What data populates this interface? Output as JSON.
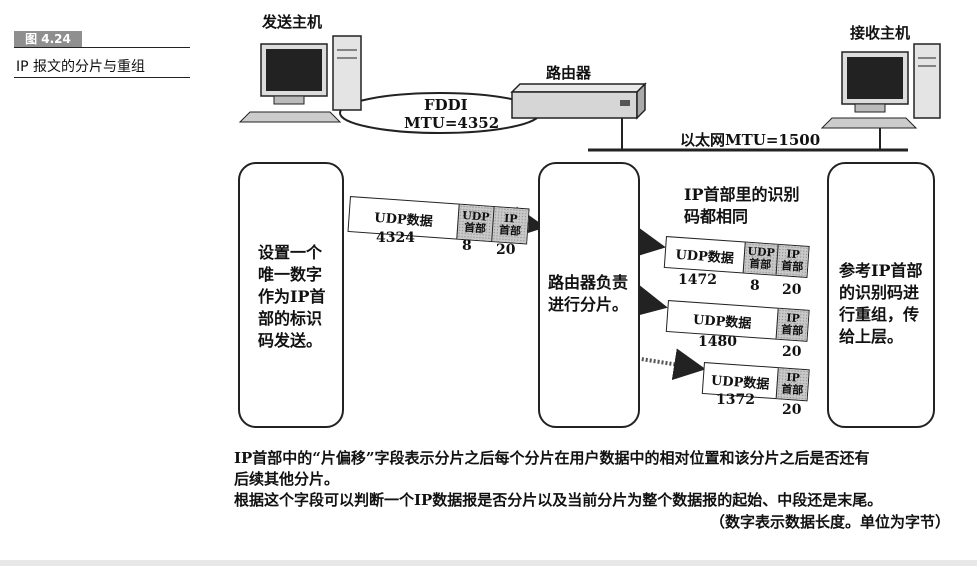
{
  "figure": {
    "badge": "图 4.24",
    "title": "IP 报文的分片与重组"
  },
  "nodes": {
    "sender": "发送主机",
    "receiver": "接收主机",
    "router": "路由器"
  },
  "links": {
    "fddi_name": "FDDI",
    "fddi_mtu": "MTU=4352",
    "ethernet": "以太网MTU=1500"
  },
  "panels": {
    "sender": [
      "设置一个",
      "唯一数字",
      "作为IP首",
      "部的标识",
      "码发送。"
    ],
    "router": [
      "路由器负责",
      "进行分片。"
    ],
    "receiver": [
      "参考IP首部",
      "的识别码进",
      "行重组，传",
      "给上层。"
    ]
  },
  "same_id_note": [
    "IP首部里的识别",
    "码都相同"
  ],
  "packets": {
    "original": {
      "data_label": "UDP数据",
      "udp_label": [
        "UDP",
        "首部"
      ],
      "ip_label": [
        "IP",
        "首部"
      ],
      "data_size": "4324",
      "udp_size": "8",
      "ip_size": "20"
    },
    "frag1": {
      "data_label": "UDP数据",
      "udp_label": [
        "UDP",
        "首部"
      ],
      "ip_label": [
        "IP",
        "首部"
      ],
      "data_size": "1472",
      "udp_size": "8",
      "ip_size": "20"
    },
    "frag2": {
      "data_label": "UDP数据",
      "ip_label": [
        "IP",
        "首部"
      ],
      "data_size": "1480",
      "ip_size": "20"
    },
    "frag3": {
      "data_label": "UDP数据",
      "ip_label": [
        "IP",
        "首部"
      ],
      "data_size": "1372",
      "ip_size": "20"
    }
  },
  "notes": [
    "IP首部中的“片偏移”字段表示分片之后每个分片在用户数据中的相对位置和该分片之后是否还有",
    "后续其他分片。",
    "根据这个字段可以判断一个IP数据报是否分片以及当前分片为整个数据报的起始、中段还是末尾。"
  ],
  "unit_note": "（数字表示数据长度。单位为字节）"
}
